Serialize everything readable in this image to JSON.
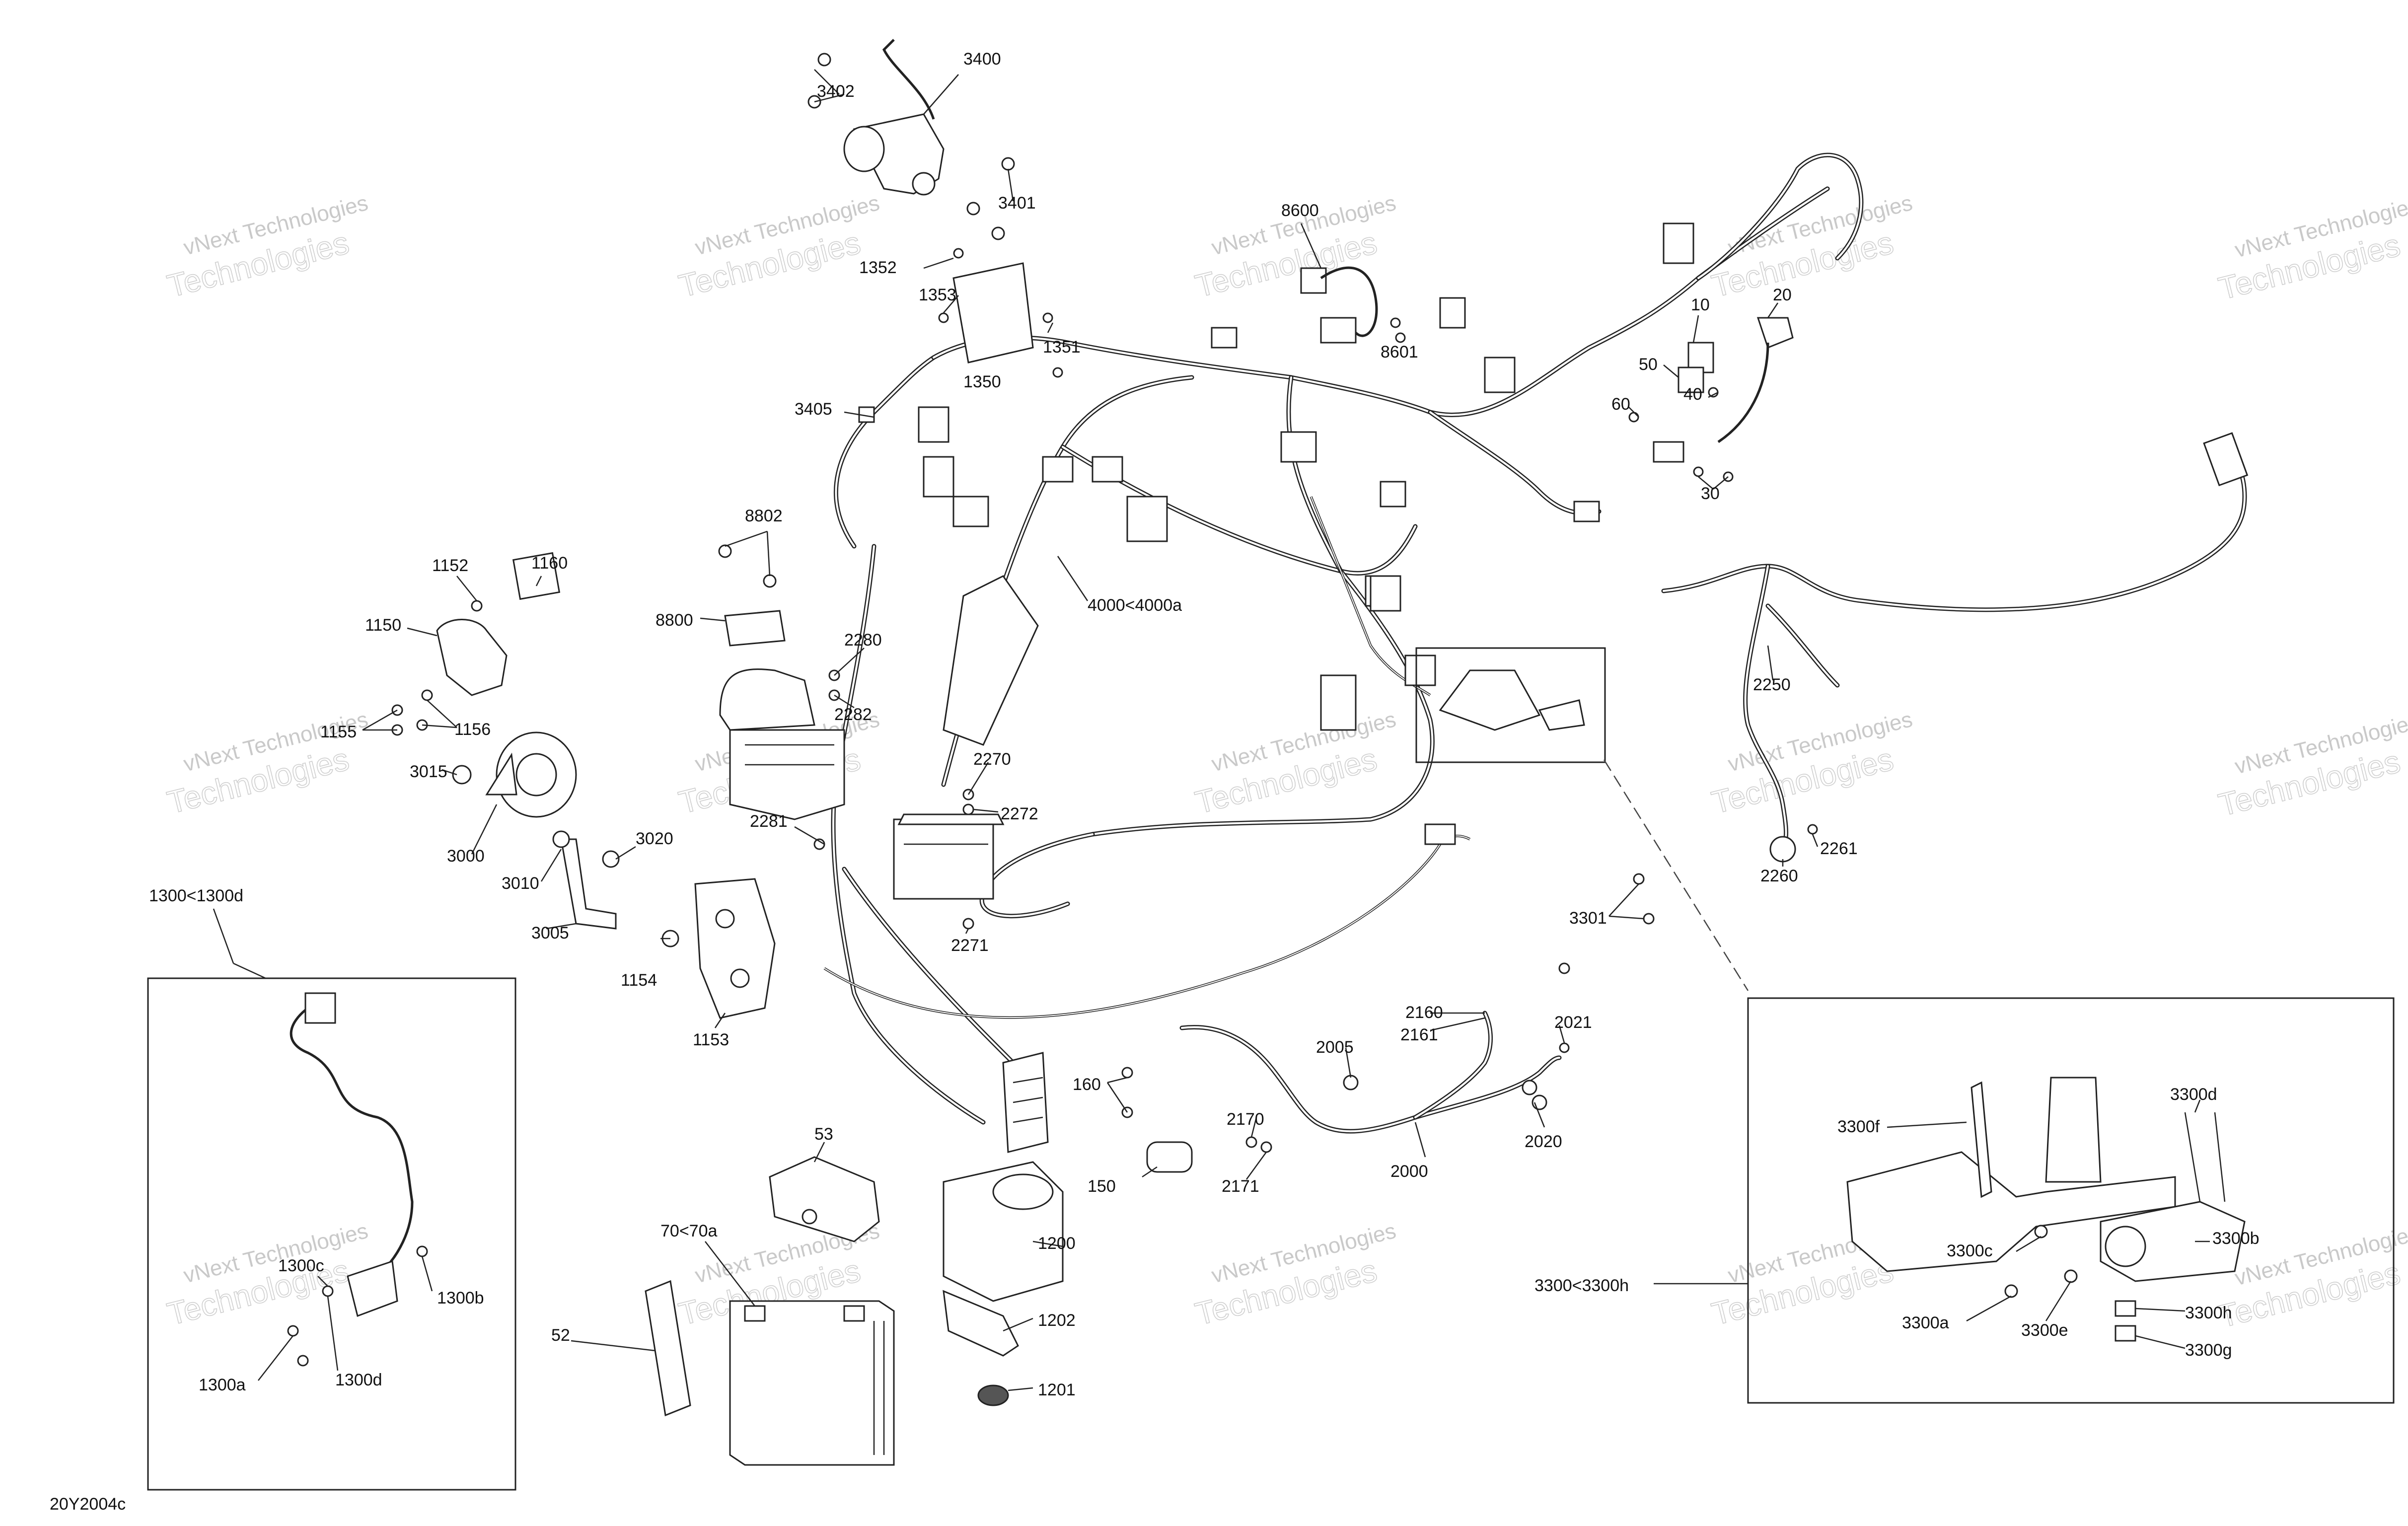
{
  "diagram_code": "20Y2004c",
  "watermark": {
    "line1": "vNext Technologies",
    "line2": "Technologies"
  },
  "callouts": [
    {
      "id": "c3400",
      "text": "3400"
    },
    {
      "id": "c3402",
      "text": "3402"
    },
    {
      "id": "c3401",
      "text": "3401"
    },
    {
      "id": "c1352",
      "text": "1352"
    },
    {
      "id": "c1353",
      "text": "1353"
    },
    {
      "id": "c1351",
      "text": "1351"
    },
    {
      "id": "c1350",
      "text": "1350"
    },
    {
      "id": "c8600",
      "text": "8600"
    },
    {
      "id": "c8601",
      "text": "8601"
    },
    {
      "id": "c10",
      "text": "10"
    },
    {
      "id": "c20",
      "text": "20"
    },
    {
      "id": "c50",
      "text": "50"
    },
    {
      "id": "c40",
      "text": "40"
    },
    {
      "id": "c60",
      "text": "60"
    },
    {
      "id": "c30",
      "text": "30"
    },
    {
      "id": "c3405",
      "text": "3405"
    },
    {
      "id": "c8802",
      "text": "8802"
    },
    {
      "id": "c8800",
      "text": "8800"
    },
    {
      "id": "c4000",
      "text": "4000<4000a"
    },
    {
      "id": "c1152",
      "text": "1152"
    },
    {
      "id": "c1160",
      "text": "1160"
    },
    {
      "id": "c1150",
      "text": "1150"
    },
    {
      "id": "c1155",
      "text": "1155"
    },
    {
      "id": "c1156",
      "text": "1156"
    },
    {
      "id": "c2280",
      "text": "2280"
    },
    {
      "id": "c2282",
      "text": "2282"
    },
    {
      "id": "c2250",
      "text": "2250"
    },
    {
      "id": "c3015",
      "text": "3015"
    },
    {
      "id": "c3000",
      "text": "3000"
    },
    {
      "id": "c3010",
      "text": "3010"
    },
    {
      "id": "c3020",
      "text": "3020"
    },
    {
      "id": "c3005",
      "text": "3005"
    },
    {
      "id": "c2270",
      "text": "2270"
    },
    {
      "id": "c2272",
      "text": "2272"
    },
    {
      "id": "c2281",
      "text": "2281"
    },
    {
      "id": "c2271",
      "text": "2271"
    },
    {
      "id": "c2261",
      "text": "2261"
    },
    {
      "id": "c2260",
      "text": "2260"
    },
    {
      "id": "c1300box",
      "text": "1300<1300d"
    },
    {
      "id": "c1154",
      "text": "1154"
    },
    {
      "id": "c1153",
      "text": "1153"
    },
    {
      "id": "c3301",
      "text": "3301"
    },
    {
      "id": "c2160",
      "text": "2160"
    },
    {
      "id": "c2021",
      "text": "2021"
    },
    {
      "id": "c2161",
      "text": "2161"
    },
    {
      "id": "c2005",
      "text": "2005"
    },
    {
      "id": "c2170",
      "text": "2170"
    },
    {
      "id": "c2000",
      "text": "2000"
    },
    {
      "id": "c2020",
      "text": "2020"
    },
    {
      "id": "c2171",
      "text": "2171"
    },
    {
      "id": "c160",
      "text": "160"
    },
    {
      "id": "c150",
      "text": "150"
    },
    {
      "id": "c53",
      "text": "53"
    },
    {
      "id": "c1200",
      "text": "1200"
    },
    {
      "id": "c1202",
      "text": "1202"
    },
    {
      "id": "c1201",
      "text": "1201"
    },
    {
      "id": "c70",
      "text": "70<70a"
    },
    {
      "id": "c52",
      "text": "52"
    },
    {
      "id": "c1300c",
      "text": "1300c"
    },
    {
      "id": "c1300b",
      "text": "1300b"
    },
    {
      "id": "c1300a",
      "text": "1300a"
    },
    {
      "id": "c1300d",
      "text": "1300d"
    },
    {
      "id": "c3300f",
      "text": "3300f"
    },
    {
      "id": "c3300d",
      "text": "3300d"
    },
    {
      "id": "c3300c",
      "text": "3300c"
    },
    {
      "id": "c3300b",
      "text": "3300b"
    },
    {
      "id": "c3300box",
      "text": "3300<3300h"
    },
    {
      "id": "c3300h",
      "text": "3300h"
    },
    {
      "id": "c3300a",
      "text": "3300a"
    },
    {
      "id": "c3300e",
      "text": "3300e"
    },
    {
      "id": "c3300g",
      "text": "3300g"
    }
  ]
}
